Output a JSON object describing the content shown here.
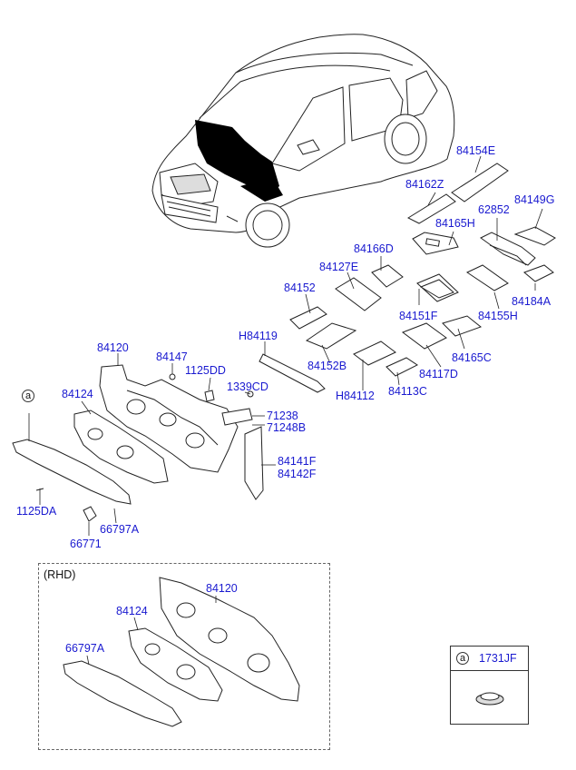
{
  "labels": {
    "p84154E": "84154E",
    "p84162Z": "84162Z",
    "p62852": "62852",
    "p84149G": "84149G",
    "p84165H": "84165H",
    "p84166D": "84166D",
    "p84127E": "84127E",
    "p84152": "84152",
    "p84184A": "84184A",
    "p84151F": "84151F",
    "p84155H": "84155H",
    "pH84119": "H84119",
    "p84152B": "84152B",
    "p84165C": "84165C",
    "p84117D": "84117D",
    "p84120": "84120",
    "p84147": "84147",
    "p1125DD": "1125DD",
    "p1339CD": "1339CD",
    "pH84112": "H84112",
    "p84113C": "84113C",
    "p84124": "84124",
    "p71238": "71238",
    "p71248B": "71248B",
    "p84141F": "84141F",
    "p84142F": "84142F",
    "p1125DA": "1125DA",
    "p66797A": "66797A",
    "p66771": "66771",
    "rhd84120": "84120",
    "rhd84124": "84124",
    "rhd66797A": "66797A",
    "legendPart": "1731JF"
  },
  "rhd_title": "(RHD)",
  "callout_a": "a",
  "colors": {
    "part_number": "#1a1ad0",
    "line": "#222222",
    "insulation": "#000000"
  }
}
